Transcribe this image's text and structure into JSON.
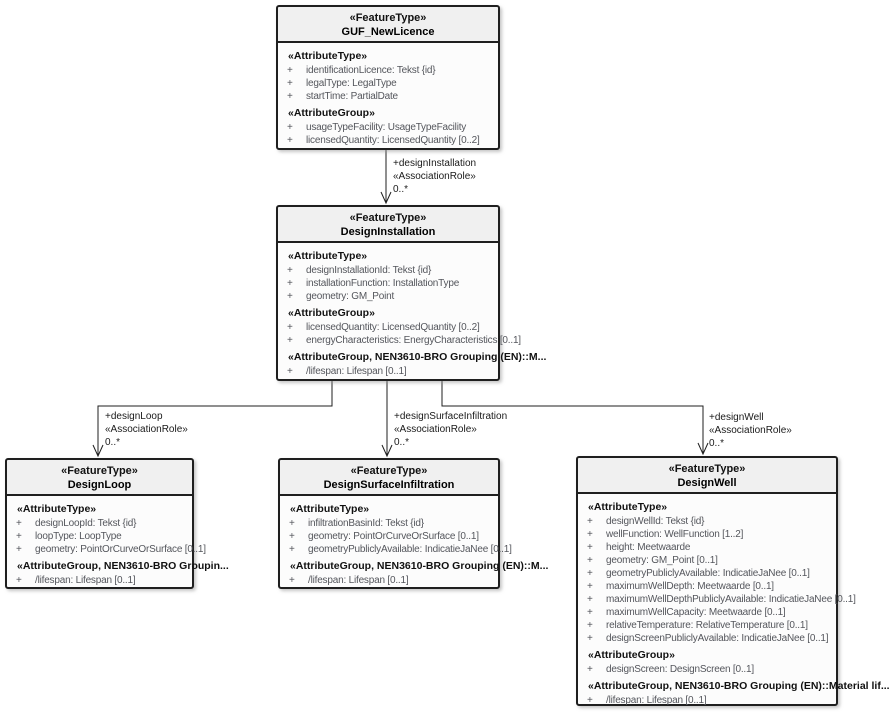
{
  "palette": {
    "box_border": "#1f1f1f",
    "header_fill": "#f0f0f0",
    "body_fill": "#fcfcfc",
    "attribute_text": "#54565c",
    "line_color": "#1f1f1f",
    "background": "#ffffff"
  },
  "classes": [
    {
      "id": "guf-newlicence",
      "stereotype": "«FeatureType»",
      "name": "GUF_NewLicence",
      "sections": [
        {
          "heading": "«AttributeType»",
          "rows": [
            {
              "vis": "+",
              "text": "identificationLicence: Tekst {id}"
            },
            {
              "vis": "+",
              "text": "legalType: LegalType"
            },
            {
              "vis": "+",
              "text": "startTime: PartialDate"
            }
          ]
        },
        {
          "heading": "«AttributeGroup»",
          "rows": [
            {
              "vis": "+",
              "text": "usageTypeFacility: UsageTypeFacility"
            },
            {
              "vis": "+",
              "text": "licensedQuantity: LicensedQuantity [0..2]"
            }
          ]
        }
      ]
    },
    {
      "id": "design-installation",
      "stereotype": "«FeatureType»",
      "name": "DesignInstallation",
      "sections": [
        {
          "heading": "«AttributeType»",
          "rows": [
            {
              "vis": "+",
              "text": "designInstallationId: Tekst {id}"
            },
            {
              "vis": "+",
              "text": "installationFunction: InstallationType"
            },
            {
              "vis": "+",
              "text": "geometry: GM_Point"
            }
          ]
        },
        {
          "heading": "«AttributeGroup»",
          "rows": [
            {
              "vis": "+",
              "text": "licensedQuantity: LicensedQuantity [0..2]"
            },
            {
              "vis": "+",
              "text": "energyCharacteristics: EnergyCharacteristics [0..1]"
            }
          ]
        },
        {
          "heading": "«AttributeGroup, NEN3610-BRO Grouping (EN)::M...",
          "rows": [
            {
              "vis": "+",
              "text": "/lifespan: Lifespan [0..1]"
            }
          ]
        }
      ]
    },
    {
      "id": "design-loop",
      "stereotype": "«FeatureType»",
      "name": "DesignLoop",
      "sections": [
        {
          "heading": "«AttributeType»",
          "rows": [
            {
              "vis": "+",
              "text": "designLoopId: Tekst {id}"
            },
            {
              "vis": "+",
              "text": "loopType: LoopType"
            },
            {
              "vis": "+",
              "text": "geometry: PointOrCurveOrSurface [0..1]"
            }
          ]
        },
        {
          "heading": "«AttributeGroup, NEN3610-BRO Groupin...",
          "rows": [
            {
              "vis": "+",
              "text": "/lifespan: Lifespan [0..1]"
            }
          ]
        }
      ]
    },
    {
      "id": "design-surface-infiltration",
      "stereotype": "«FeatureType»",
      "name": "DesignSurfaceInfiltration",
      "sections": [
        {
          "heading": "«AttributeType»",
          "rows": [
            {
              "vis": "+",
              "text": "infiltrationBasinId: Tekst {id}"
            },
            {
              "vis": "+",
              "text": "geometry: PointOrCurveOrSurface [0..1]"
            },
            {
              "vis": "+",
              "text": "geometryPubliclyAvailable: IndicatieJaNee [0..1]"
            }
          ]
        },
        {
          "heading": "«AttributeGroup, NEN3610-BRO Grouping (EN)::M...",
          "rows": [
            {
              "vis": "+",
              "text": "/lifespan: Lifespan [0..1]"
            }
          ]
        }
      ]
    },
    {
      "id": "design-well",
      "stereotype": "«FeatureType»",
      "name": "DesignWell",
      "sections": [
        {
          "heading": "«AttributeType»",
          "rows": [
            {
              "vis": "+",
              "text": "designWellId: Tekst {id}"
            },
            {
              "vis": "+",
              "text": "wellFunction: WellFunction [1..2]"
            },
            {
              "vis": "+",
              "text": "height: Meetwaarde"
            },
            {
              "vis": "+",
              "text": "geometry: GM_Point [0..1]"
            },
            {
              "vis": "+",
              "text": "geometryPubliclyAvailable: IndicatieJaNee [0..1]"
            },
            {
              "vis": "+",
              "text": "maximumWellDepth: Meetwaarde [0..1]"
            },
            {
              "vis": "+",
              "text": "maximumWellDepthPubliclyAvailable: IndicatieJaNee [0..1]"
            },
            {
              "vis": "+",
              "text": "maximumWellCapacity: Meetwaarde [0..1]"
            },
            {
              "vis": "+",
              "text": "relativeTemperature: RelativeTemperature [0..1]"
            },
            {
              "vis": "+",
              "text": "designScreenPubliclyAvailable: IndicatieJaNee [0..1]"
            }
          ]
        },
        {
          "heading": "«AttributeGroup»",
          "rows": [
            {
              "vis": "+",
              "text": "designScreen: DesignScreen [0..1]"
            }
          ]
        },
        {
          "heading": "«AttributeGroup, NEN3610-BRO Grouping (EN)::Material lif...",
          "rows": [
            {
              "vis": "+",
              "text": "/lifespan: Lifespan [0..1]"
            }
          ]
        }
      ]
    }
  ],
  "associations": [
    {
      "id": "design-installation",
      "role": "+designInstallation",
      "stereotype": "«AssociationRole»",
      "multiplicity": "0..*"
    },
    {
      "id": "design-loop",
      "role": "+designLoop",
      "stereotype": "«AssociationRole»",
      "multiplicity": "0..*"
    },
    {
      "id": "design-surface-infiltration",
      "role": "+designSurfaceInfiltration",
      "stereotype": "«AssociationRole»",
      "multiplicity": "0..*"
    },
    {
      "id": "design-well",
      "role": "+designWell",
      "stereotype": "«AssociationRole»",
      "multiplicity": "0..*"
    }
  ]
}
